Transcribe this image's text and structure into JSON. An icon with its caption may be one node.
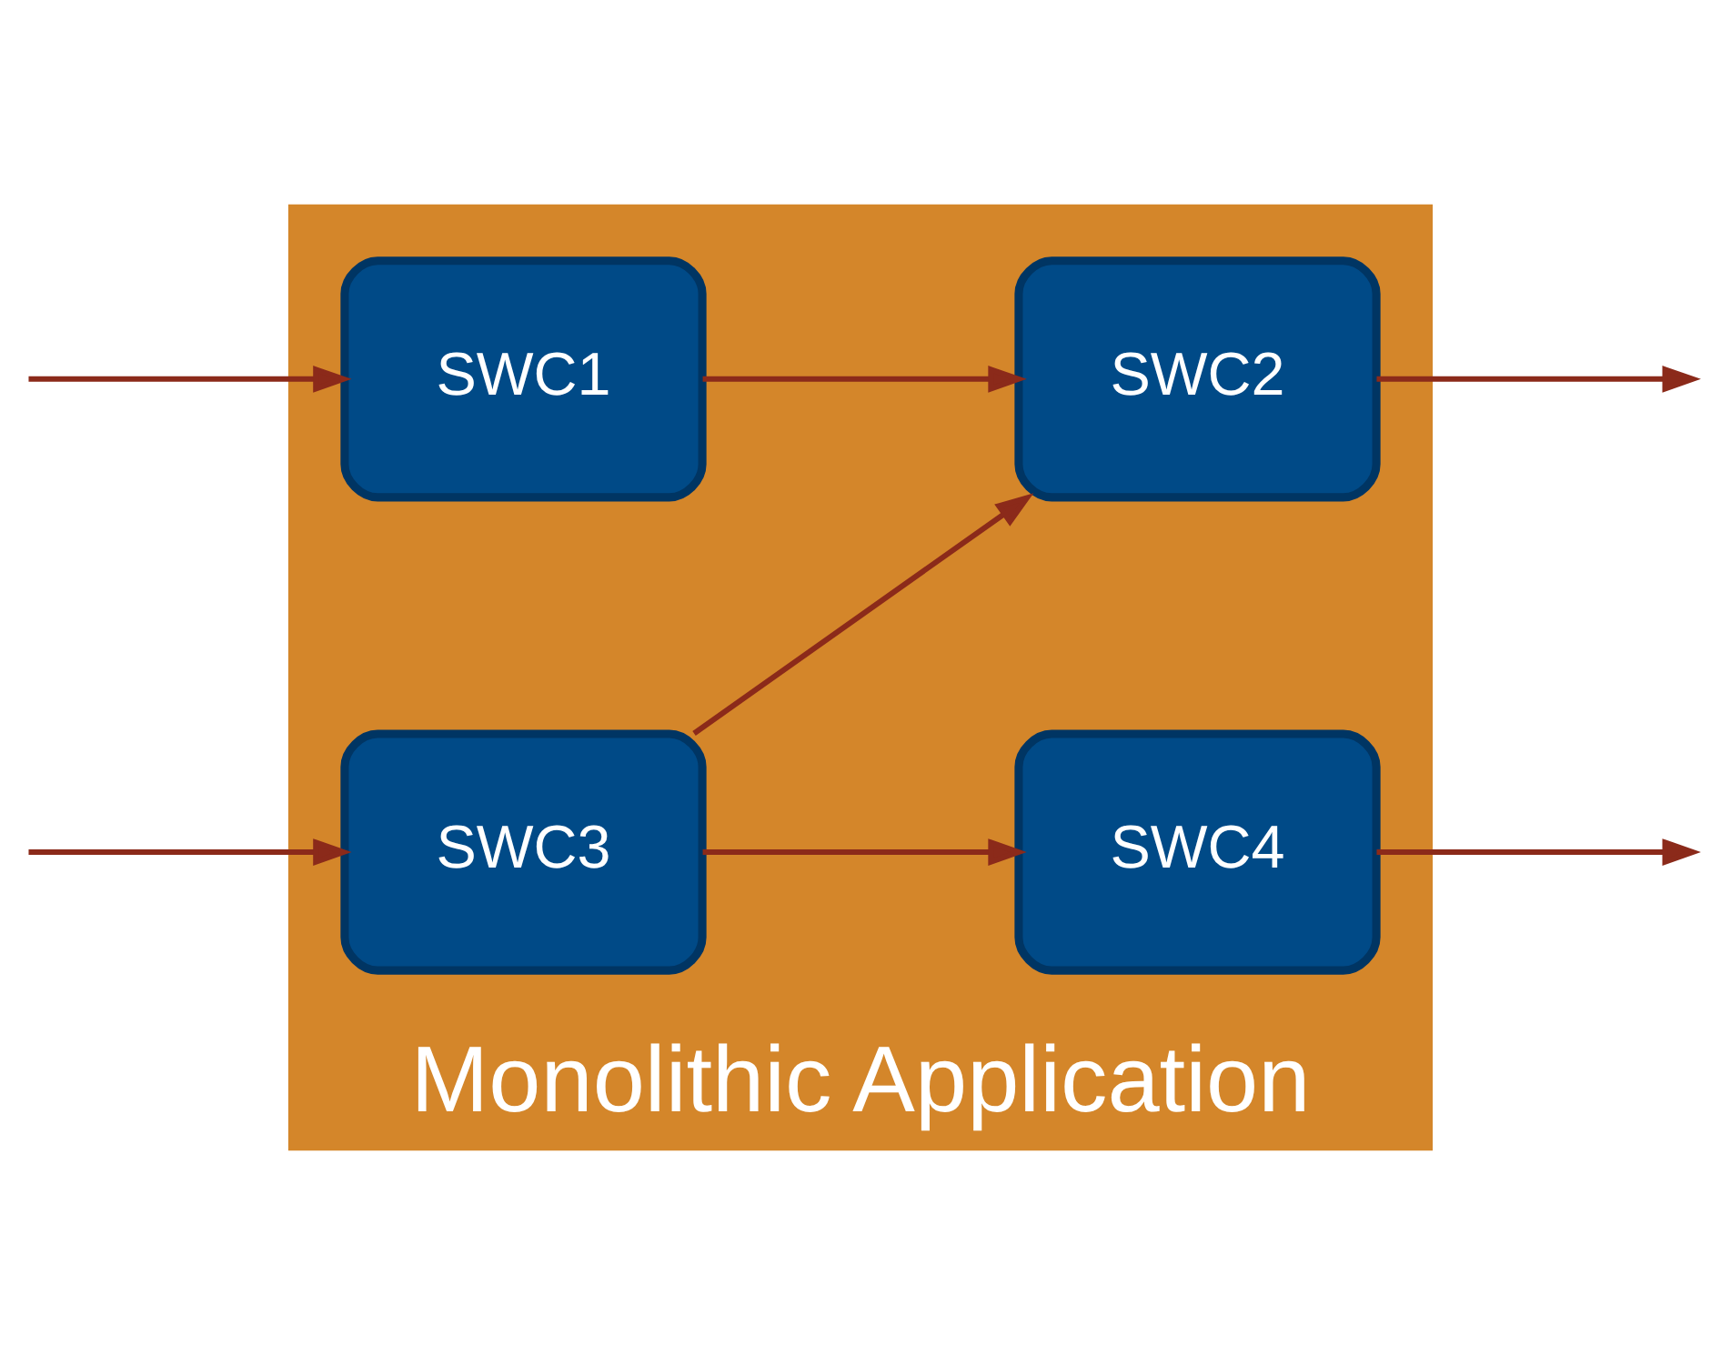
{
  "diagram": {
    "nodes": [
      {
        "text": [
          "Monolithic Application"
        ]
      },
      {
        "text": [
          "SWC1"
        ],
        "in": 0
      },
      {
        "text": [
          "SWC2"
        ],
        "in": 0
      },
      {
        "text": [
          "SWC3"
        ],
        "in": 0
      },
      {
        "text": [
          "SWC4"
        ],
        "in": 0
      }
    ],
    "edges": [
      {
        "from": null,
        "to": 1,
        "arrow": "to"
      },
      {
        "from": 1,
        "to": 2,
        "arrow": "to"
      },
      {
        "from": 3,
        "to": 2,
        "arrow": "to"
      },
      {
        "from": null,
        "to": 3,
        "arrow": "to"
      },
      {
        "from": 3,
        "to": 4,
        "arrow": "to"
      },
      {
        "from": 2,
        "to": null,
        "arrow": "to"
      },
      {
        "from": 4,
        "to": null,
        "arrow": "to"
      }
    ]
  }
}
